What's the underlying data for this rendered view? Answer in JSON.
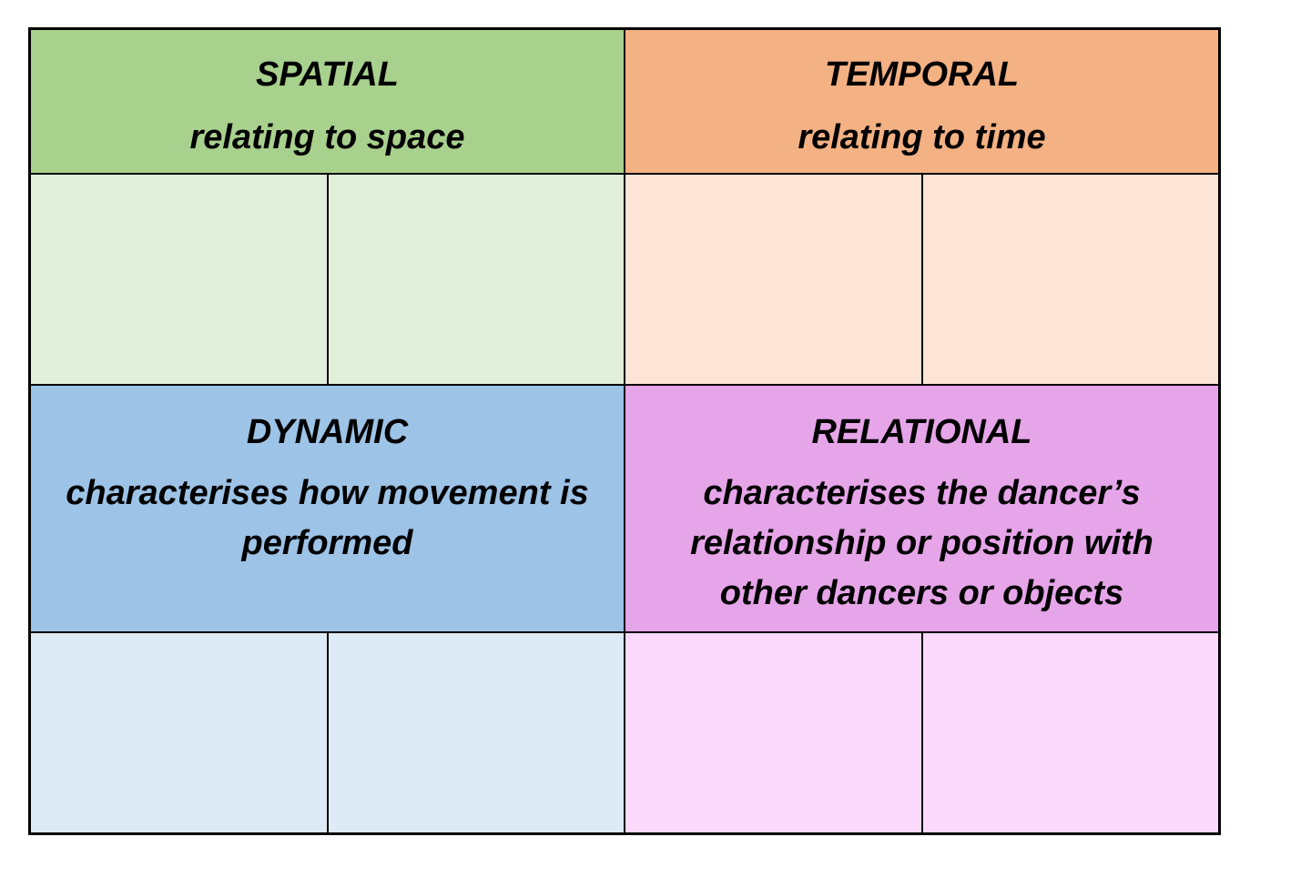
{
  "colors": {
    "spatial_header": "#a9d18e",
    "spatial_body": "#e2efda",
    "temporal_header": "#f4b183",
    "temporal_body": "#fce4d6",
    "dynamic_header": "#9dc3e6",
    "dynamic_body": "#ddebf7",
    "relational_header": "#e6a5e9",
    "relational_body": "#fcdafd"
  },
  "categories": [
    {
      "title": "SPATIAL",
      "description": "relating to space"
    },
    {
      "title": "TEMPORAL",
      "description": "relating to time"
    },
    {
      "title": "DYNAMIC",
      "description": "characterises how movement is performed"
    },
    {
      "title": "RELATIONAL",
      "description": "characterises the dancer’s relationship or position with other dancers or objects"
    }
  ]
}
